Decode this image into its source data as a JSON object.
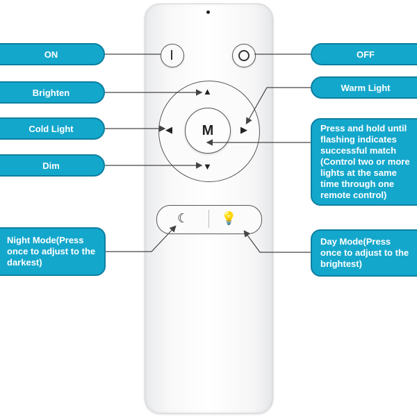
{
  "labels": {
    "on": "ON",
    "off": "OFF",
    "brighten": "Brighten",
    "warm_light": "Warm Light",
    "cold_light": "Cold Light",
    "dim": "Dim",
    "press_hold": "Press and hold until flashing indicates successful match (Control two or more lights at the same time through one remote control)",
    "night_mode": "Night Mode(Press once to adjust to the darkest)",
    "day_mode": "Day Mode(Press once to adjust to the brightest)"
  },
  "remote": {
    "center_button": "M",
    "arrow_up": "▲",
    "arrow_down": "▼",
    "arrow_left": "◀",
    "arrow_right": "▶",
    "moon_glyph": "☾",
    "bulb_glyph": "💡"
  },
  "colors": {
    "label_fill": "#14a7cc",
    "label_border": "#0d7fa0",
    "leader_line": "#444444"
  }
}
